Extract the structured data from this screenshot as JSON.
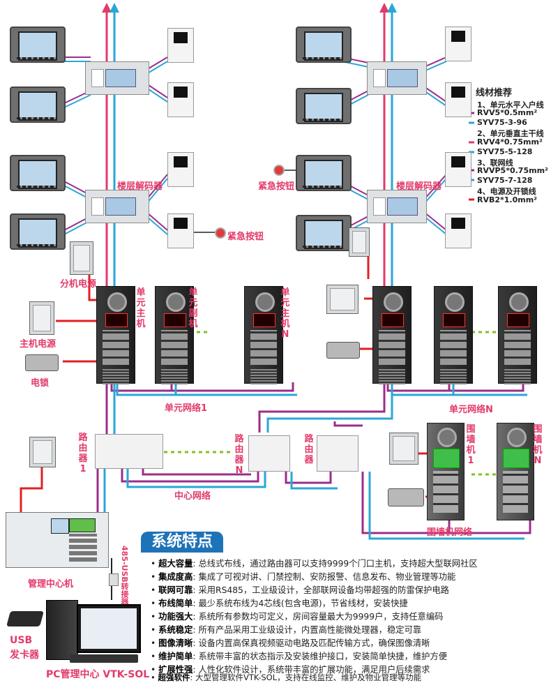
{
  "labels": {
    "floor_decoder_left": "楼层解码器",
    "floor_decoder_right": "楼层解码器",
    "emergency_left": "紧急按钮",
    "emergency_right": "紧急按钮",
    "ext_power": "分机电源",
    "host_power": "主机电源",
    "electric_lock": "电锁",
    "unit_host": "单元主机",
    "unit_sub": "单元副机",
    "unit_host_n": "单元主机N",
    "unit_network_1": "单元网络1",
    "unit_network_n": "单元网络N",
    "router_1": "路由器1",
    "router_n": "路由器N",
    "router": "路由器",
    "center_network": "中心网络",
    "fence_1": "围墙机1",
    "fence_n": "围墙机N",
    "fence_network": "围墙机网络",
    "mgmt_center": "管理中心机",
    "usb_converter": "485-USB转接器",
    "usb_card": "USB\n发卡器",
    "pc_center": "PC管理中心 VTK-SOL",
    "usb_card_l1": "USB",
    "usb_card_l2": "发卡器"
  },
  "legend": {
    "title": "线材推荐",
    "items": [
      {
        "text": "1、单元水平入户线",
        "color": ""
      },
      {
        "text": "RVV5*0.5mm²",
        "color": "#9b2d8a"
      },
      {
        "text": "SYV75-3-96",
        "color": "#2aa6d8"
      },
      {
        "text": "2、单元垂直主干线",
        "color": ""
      },
      {
        "text": "RVV4*0.75mm²",
        "color": "#e23a6a"
      },
      {
        "text": "SYV75-5-128",
        "color": "#2aa6d8"
      },
      {
        "text": "3、联网线",
        "color": ""
      },
      {
        "text": "RVVP5*0.75mm²",
        "color": "#9b2d8a"
      },
      {
        "text": "SYV75-7-128",
        "color": "#2aa6d8"
      },
      {
        "text": "4、电源及开锁线",
        "color": ""
      },
      {
        "text": "RVB2*1.0mm²",
        "color": "#e02020"
      }
    ]
  },
  "features": {
    "title": "系统特点",
    "items": [
      {
        "key": "超大容量",
        "text": "总线式布线，通过路由器可以支持9999个门口主机，支持超大型联网社区"
      },
      {
        "key": "集成度高",
        "text": "集成了可视对讲、门禁控制、安防报警、信息发布、物业管理等功能"
      },
      {
        "key": "联网可靠",
        "text": "采用RS485，工业级设计，全部联网设备均带超强的防雷保护电路"
      },
      {
        "key": "布线简单",
        "text": "最少系统布线为4芯线(包含电源)，节省线材，安装快捷"
      },
      {
        "key": "功能强大",
        "text": "系统所有参数均可定义，房间容量最大为9999户，支持任意编码"
      },
      {
        "key": "系统稳定",
        "text": "所有产品采用工业级设计，内置高性能微处理器，稳定可靠"
      },
      {
        "key": "图像清晰",
        "text": "设备内置高保真视频驱动电路及匹配传输方式，确保图像清晰"
      },
      {
        "key": "维护简单",
        "text": "系统带丰富的状态指示及安装维护接口，安装简单快捷，维护方便"
      },
      {
        "key": "扩展性强",
        "text": "人性化软件设计，系统带丰富的扩展功能，满足用户后续需求"
      },
      {
        "key": "超强软件",
        "text": "大型管理软件VTK-SOL，支持在线监控、维护及物业管理等功能"
      }
    ]
  },
  "colors": {
    "magenta": "#e23a6a",
    "purple": "#9b2d8a",
    "cyan": "#2aa6d8",
    "red": "#e02020",
    "green": "#7ec320"
  }
}
